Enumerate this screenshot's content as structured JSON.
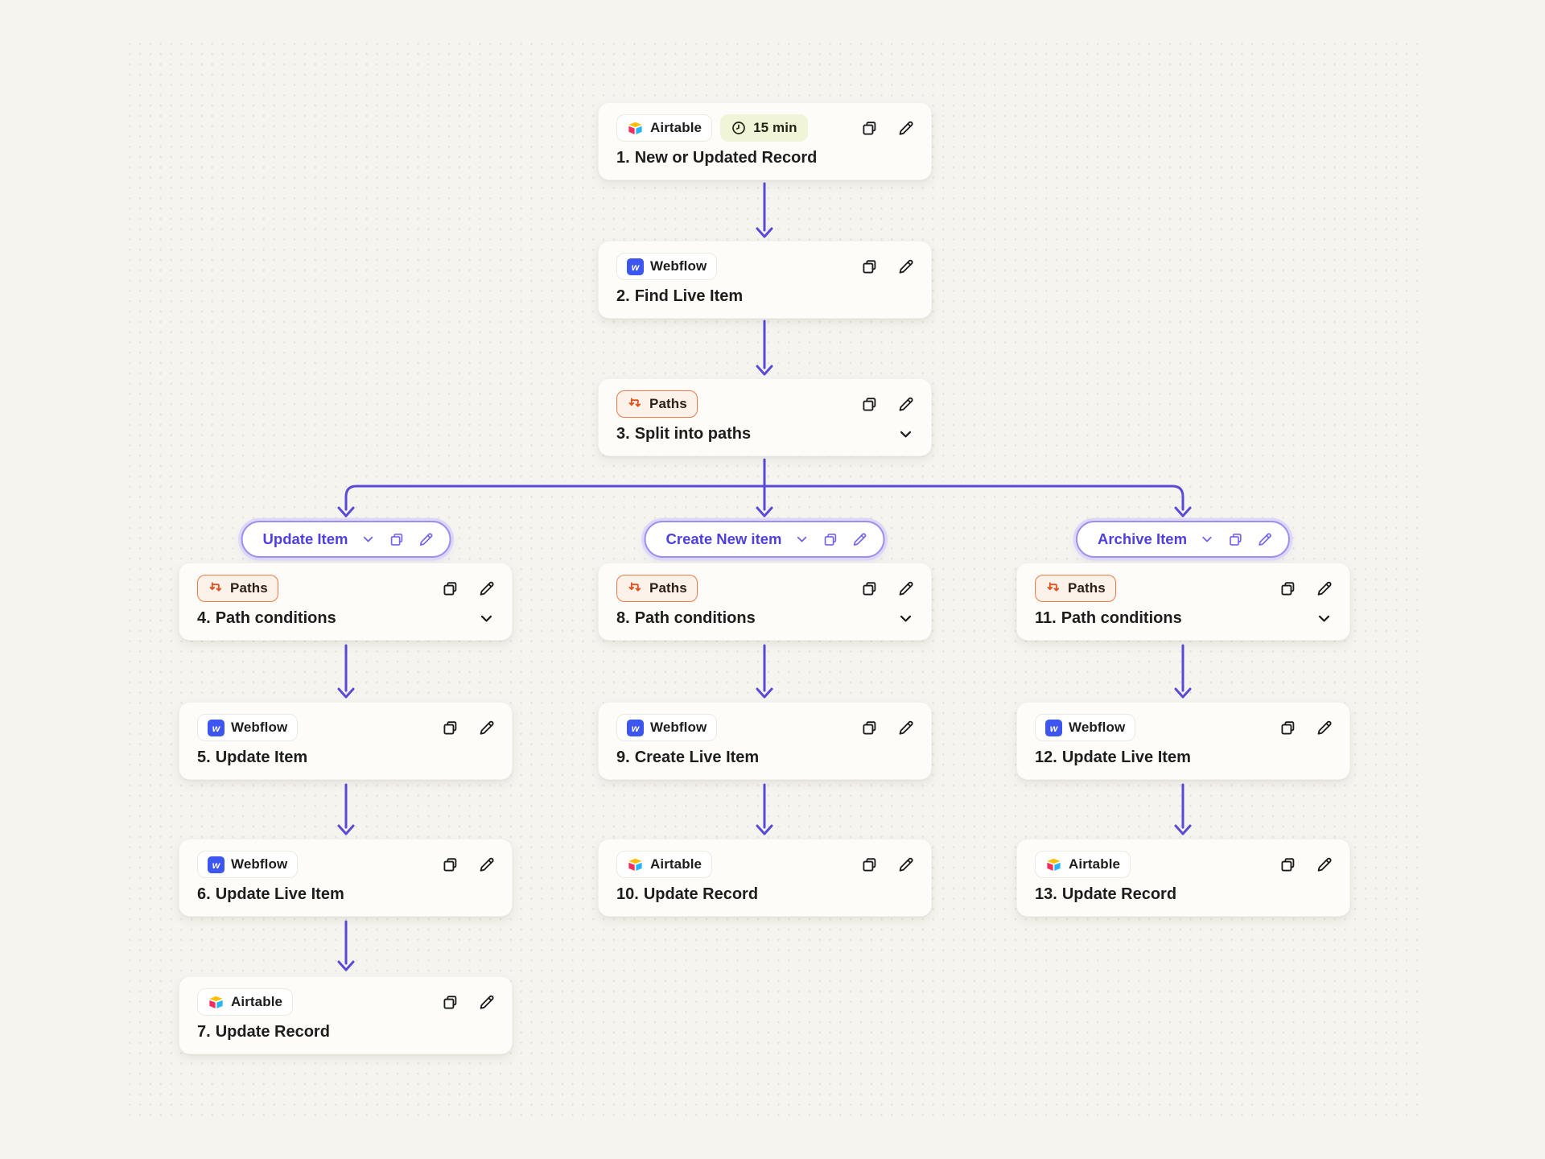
{
  "app": "workflow-editor-canvas",
  "colors": {
    "canvas_bg": "#F6F4EF",
    "dot_grid": "#E7E4DB",
    "connector_purple": "#5849D8",
    "pill_text_purple": "#4F40DE",
    "paths_badge_orange": "#EC7A4A",
    "timer_badge_bg": "#EFF5D6",
    "webflow_blue": "#3D56EF",
    "airtable_yellow": "#FFBF00",
    "airtable_blue": "#26B5F8",
    "airtable_red": "#F82B60"
  },
  "icons": {
    "copy": "copy-icon",
    "edit": "pencil-icon",
    "collapse": "chevron-down-icon",
    "timer": "clock-icon",
    "paths": "split-arrows-icon"
  },
  "path_labels": [
    {
      "label": "Update Item"
    },
    {
      "label": "Create New item"
    },
    {
      "label": "Archive Item"
    }
  ],
  "nodes": [
    {
      "app": "Airtable",
      "timer": "15 min",
      "num": "1.",
      "name": "New or Updated Record"
    },
    {
      "app": "Webflow",
      "num": "2.",
      "name": "Find Live Item"
    },
    {
      "app": "Paths",
      "num": "3.",
      "name": "Split into paths"
    },
    {
      "app": "Paths",
      "num": "4.",
      "name": "Path conditions"
    },
    {
      "app": "Webflow",
      "num": "5.",
      "name": "Update Item"
    },
    {
      "app": "Webflow",
      "num": "6.",
      "name": "Update Live Item"
    },
    {
      "app": "Airtable",
      "num": "7.",
      "name": "Update Record"
    },
    {
      "app": "Paths",
      "num": "8.",
      "name": "Path conditions"
    },
    {
      "app": "Webflow",
      "num": "9.",
      "name": "Create Live Item"
    },
    {
      "app": "Airtable",
      "num": "10.",
      "name": "Update Record"
    },
    {
      "app": "Paths",
      "num": "11.",
      "name": "Path conditions"
    },
    {
      "app": "Webflow",
      "num": "12.",
      "name": "Update Live Item"
    },
    {
      "app": "Airtable",
      "num": "13.",
      "name": "Update Record"
    }
  ]
}
